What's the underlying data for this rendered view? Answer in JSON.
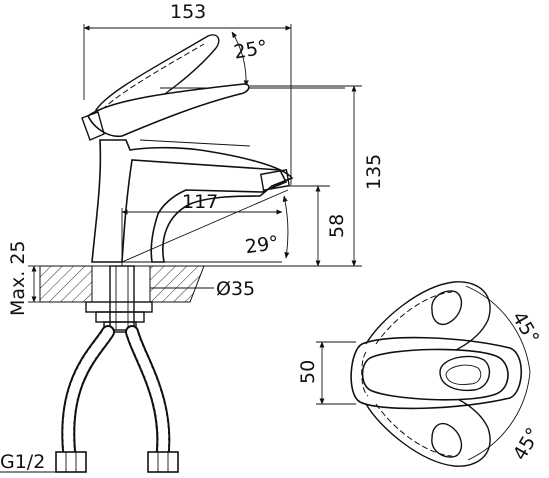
{
  "dimensions": {
    "width_total": "153",
    "height_total": "135",
    "spout_reach": "117",
    "spout_height": "58",
    "lever_angle": "25°",
    "spout_angle": "29°",
    "max_deck": "Max. 25",
    "hole_diameter": "Ø35",
    "thread": "G1/2",
    "top_depth": "50",
    "rotation_upper": "45°",
    "rotation_lower": "45°"
  }
}
